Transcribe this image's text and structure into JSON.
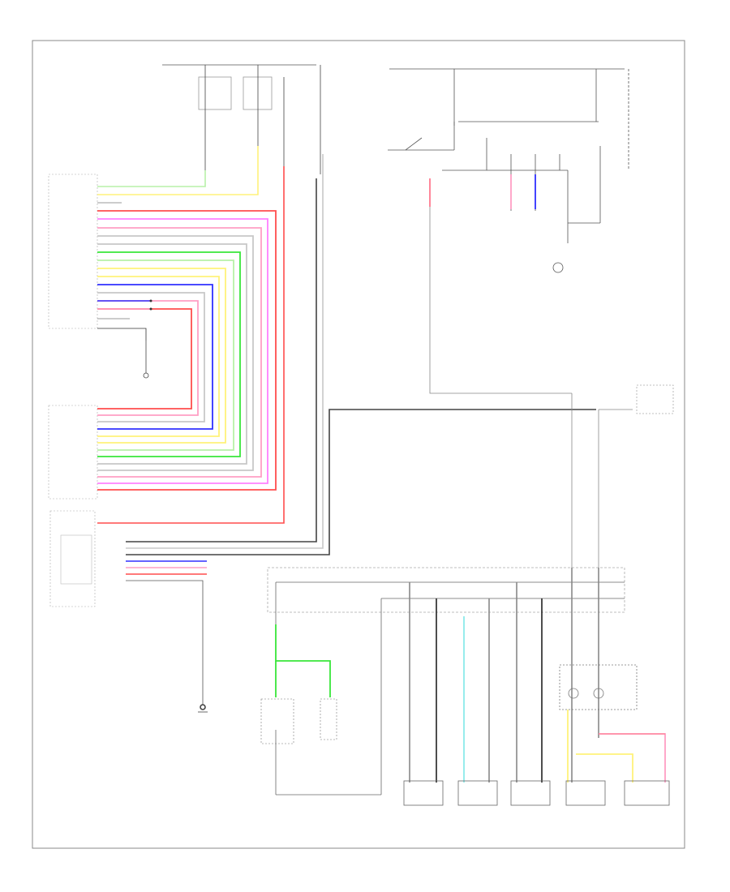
{
  "diagram": {
    "footer_code": "",
    "legend": [
      {
        "id": "legend-line-1",
        "text": ""
      },
      {
        "id": "legend-line-2",
        "text": ""
      },
      {
        "id": "legend-line-3",
        "text": ""
      },
      {
        "id": "legend-line-4",
        "text": ""
      }
    ],
    "components": {
      "bcm_label": "",
      "combination_meter_label": "",
      "buzzer_label": "",
      "front_door_switch_label": "",
      "bottom_switches": [
        "",
        "",
        "",
        "",
        ""
      ]
    },
    "wire_colors": {
      "lt_green": "#b8f0a8",
      "green": "#39e63a",
      "yellow": "#fff27a",
      "red": "#ff4d4d",
      "pink": "#ff9ec4",
      "violet": "#ff80ff",
      "blue": "#3030ff",
      "light_blue": "#7de8e8",
      "gray": "#c8c8c8",
      "black": "#222222",
      "ground": "#999999"
    }
  }
}
